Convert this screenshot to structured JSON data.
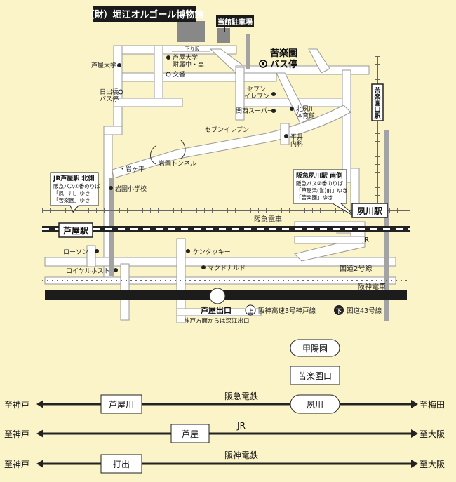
{
  "title": "（財）堀江オルゴール博物館",
  "parking": "当館駐車場",
  "one_way": "下り坂",
  "bus_stop_kurakuen": "苦楽園\nバス停",
  "landmarks": {
    "ashiya_univ": "芦屋大学",
    "ashiya_univ_jh": "芦屋大学\n附属中・高",
    "koban": "交番",
    "hidebashi_bus": "日出橋\nバス停",
    "seven1": "セブン\nイレブン",
    "kansai_super": "関西スーパー",
    "kitashukugawa_gym": "北夙川\n体育館",
    "seven2": "セブンイレブン",
    "hirai": "平井\n内科",
    "iwagahira": "岩ヶ平",
    "iwazono_tunnel": "岩園トンネル",
    "iwazono_school": "岩園小学校",
    "lawson": "ローソン",
    "kentucky": "ケンタッキー",
    "royal_host": "ロイヤルホスト",
    "mcdonalds": "マクドナルド"
  },
  "notes": {
    "jr_ashiya_north": {
      "title": "JR芦屋駅 北側",
      "lines": [
        "阪急バス①番のりば",
        "「夙　川」ゆき",
        "「苦楽園」ゆき"
      ]
    },
    "hankyu_shukugawa_south": {
      "title": "阪急夙川駅 南側",
      "lines": [
        "阪急バス②番のりば",
        "「芦屋浜(営)前」ゆき",
        "「苦楽園」ゆき"
      ]
    }
  },
  "stations": {
    "ashiya": "芦屋駅",
    "shukugawa": "夙川駅",
    "kurakuenguchi": "苦楽園口駅"
  },
  "lines": {
    "hankyu": "阪急電車",
    "jr": "JR",
    "route2": "国道2号線",
    "hanshin": "阪神電車",
    "route43": "国道43号線",
    "ashiya_exit": "芦屋出口",
    "hanshin_expwy": "阪神高速3号神戸線",
    "up": "上",
    "down": "下",
    "kobe_note": "神戸方面からは深江出口"
  },
  "diagram": {
    "koyoen": "甲陽園",
    "kurakuenguchi": "苦楽園口",
    "rows": [
      {
        "left": "至神戸",
        "station": "芦屋川",
        "line": "阪急電鉄",
        "station2": "夙川",
        "right": "至梅田"
      },
      {
        "left": "至神戸",
        "station": "芦屋",
        "line": "JR",
        "right": "至大阪"
      },
      {
        "left": "至神戸",
        "station": "打出",
        "line": "阪神電鉄",
        "right": "至大阪"
      }
    ]
  },
  "colors": {
    "background": "#fbf4c8",
    "road": "#ffffff",
    "road_edge": "#999999",
    "museum": "#888888",
    "rail_gray": "#a0a0a0",
    "highway": "#222222"
  }
}
